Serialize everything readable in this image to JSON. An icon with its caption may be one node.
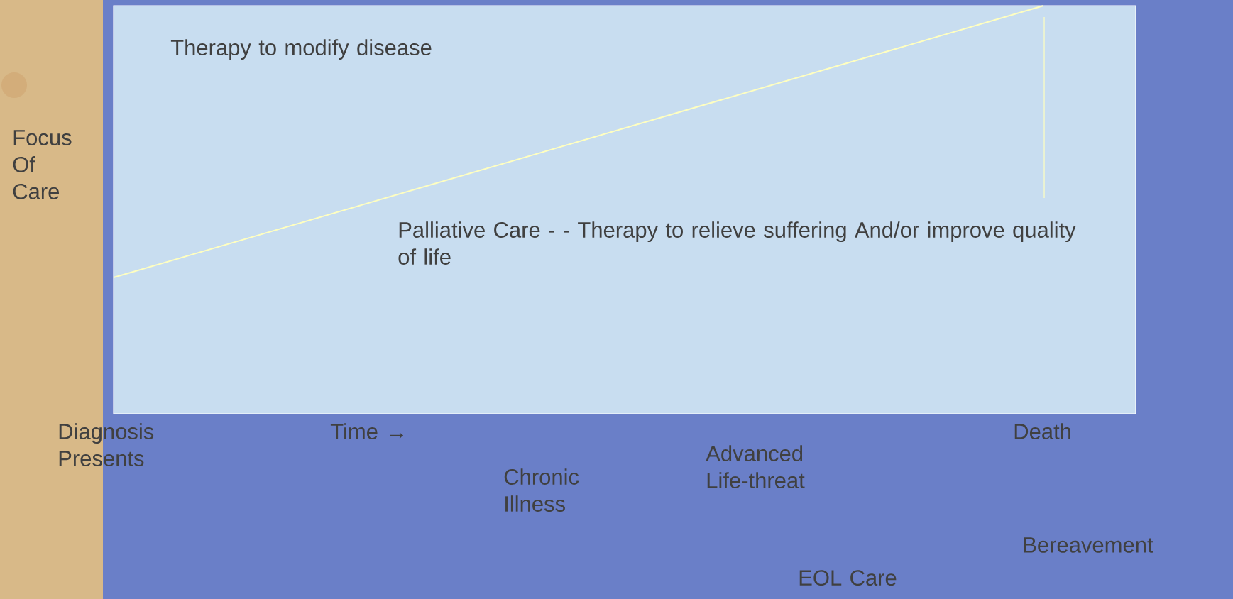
{
  "diagram": {
    "nodes": [
      {
        "text": [
          "Therapy to modify disease",
          "Palliative Care - - Therapy to relieve suffering And/or improve quality of life"
        ]
      }
    ],
    "labels": [
      "Focus Of Care",
      "Diagnosis Presents",
      "Time →",
      "Death",
      "Advanced Life-threat",
      "Chronic Illness",
      "Bereavement",
      "EOL Care"
    ]
  }
}
